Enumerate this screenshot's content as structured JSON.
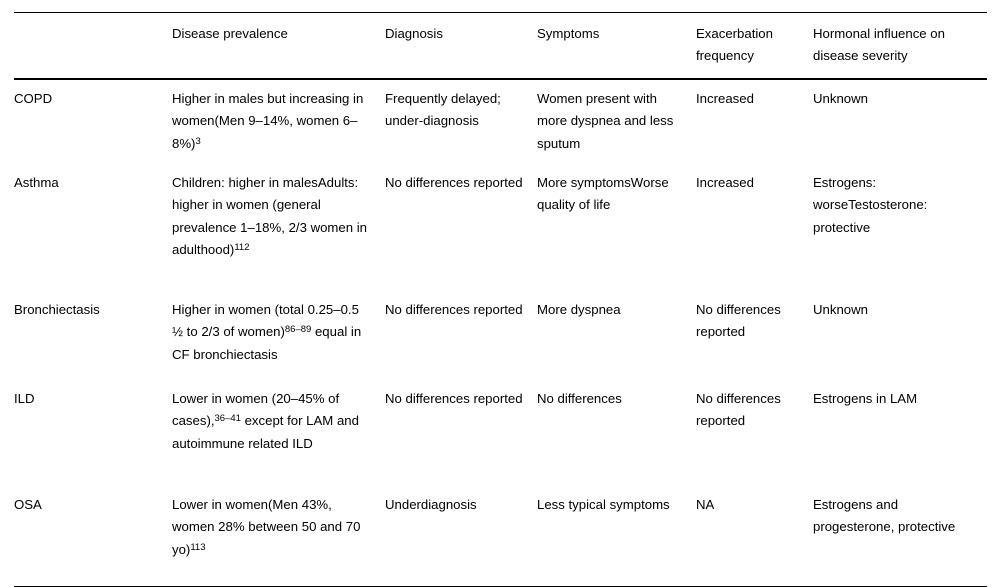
{
  "table": {
    "columns": [
      {
        "key": "label",
        "header": ""
      },
      {
        "key": "prevalence",
        "header": "Disease prevalence"
      },
      {
        "key": "diagnosis",
        "header": "Diagnosis"
      },
      {
        "key": "symptoms",
        "header": "Symptoms"
      },
      {
        "key": "exacerbation",
        "header": "Exacerbation frequency"
      },
      {
        "key": "hormonal",
        "header": "Hormonal influence on disease severity"
      }
    ],
    "rows": [
      {
        "label": "COPD",
        "prevalence": "Higher in males but increasing in women(Men 9–14%, women 6–8%)",
        "prevalence_sup": "3",
        "diagnosis": "Frequently delayed; under-diagnosis",
        "symptoms": "Women present with more dyspnea and less sputum",
        "exacerbation": "Increased",
        "hormonal": "Unknown"
      },
      {
        "label": "Asthma",
        "prevalence": "Children: higher in malesAdults: higher in women (general prevalence 1–18%, 2/3 women in adulthood)",
        "prevalence_sup": "112",
        "diagnosis": "No differences reported",
        "symptoms": "More symptomsWorse quality of life",
        "exacerbation": "Increased",
        "hormonal": "Estrogens: worseTestosterone: protective"
      },
      {
        "label": "Bronchiectasis",
        "prevalence_part1": "Higher in women (total 0.25–0.5 ½ to 2/3 of women)",
        "prevalence_sup": "86–89",
        "prevalence_part2": " equal in CF bronchiectasis",
        "diagnosis": "No differences reported",
        "symptoms": "More dyspnea",
        "exacerbation": "No differences reported",
        "hormonal": "Unknown"
      },
      {
        "label": "ILD",
        "prevalence_part1": "Lower in women (20–45% of cases),",
        "prevalence_sup": "36–41",
        "prevalence_part2": " except for LAM and autoimmune related ILD",
        "diagnosis": "No differences reported",
        "symptoms": "No differences",
        "exacerbation": "No differences reported",
        "hormonal": "Estrogens in LAM"
      },
      {
        "label": "OSA",
        "prevalence": "Lower in women(Men 43%, women 28% between 50 and 70 yo)",
        "prevalence_sup": "113",
        "diagnosis": "Underdiagnosis",
        "symptoms": "Less typical symptoms",
        "exacerbation": "NA",
        "hormonal": "Estrogens and progesterone, protective"
      }
    ]
  },
  "style": {
    "text_color": "#000000",
    "rule_color": "#000000",
    "background": "#ffffff"
  }
}
